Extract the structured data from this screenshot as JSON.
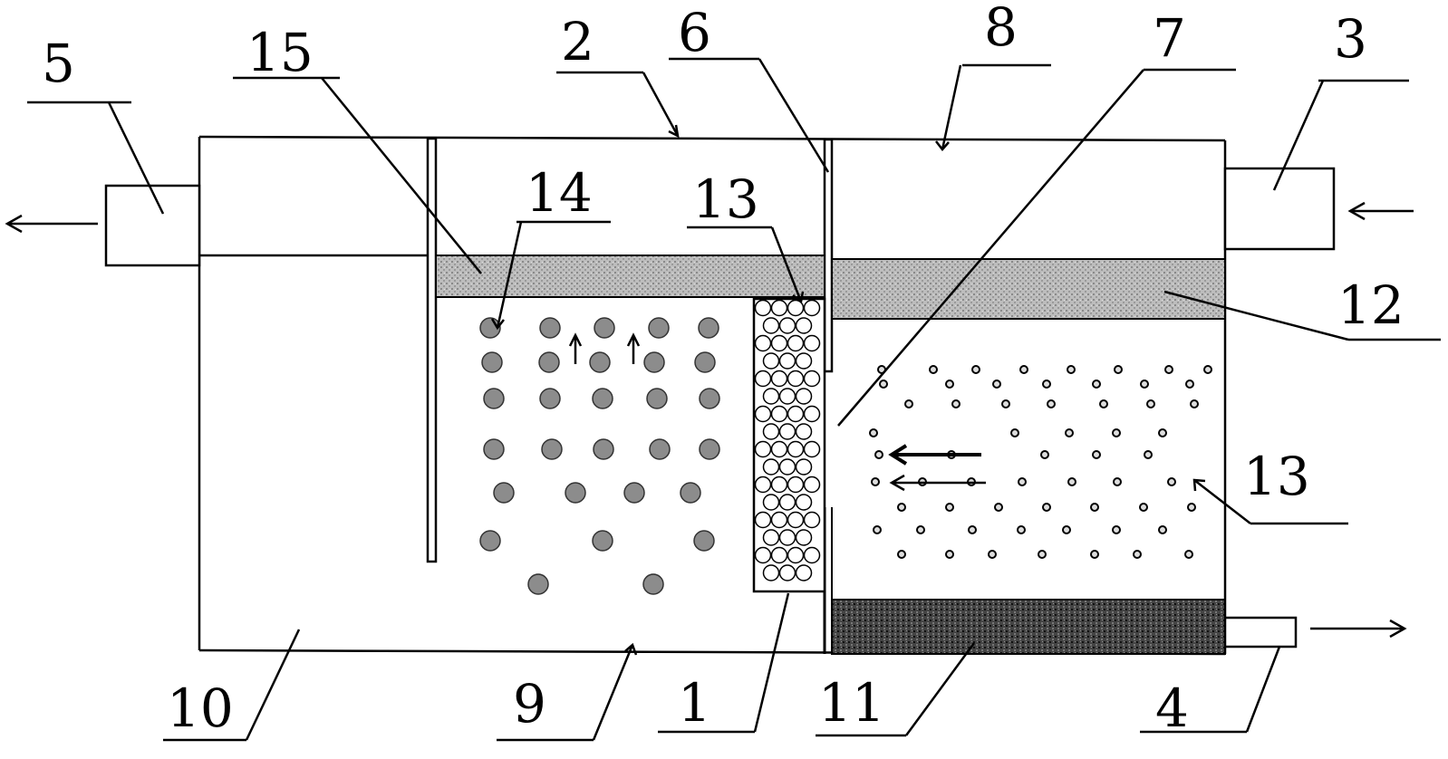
{
  "labels": {
    "l1": "1",
    "l2": "2",
    "l3": "3",
    "l4": "4",
    "l5": "5",
    "l6": "6",
    "l7": "7",
    "l8": "8",
    "l9": "9",
    "l10": "10",
    "l11": "11",
    "l12": "12",
    "l13a": "13",
    "l13b": "13",
    "l14": "14",
    "l15": "15"
  },
  "colors": {
    "outline": "#000000",
    "sand_layer": "#b3b3b3",
    "bottom_layer": "#333333",
    "media_ball": "#8c8c8c",
    "filter_cell": "#ffffff",
    "background": "#ffffff"
  }
}
